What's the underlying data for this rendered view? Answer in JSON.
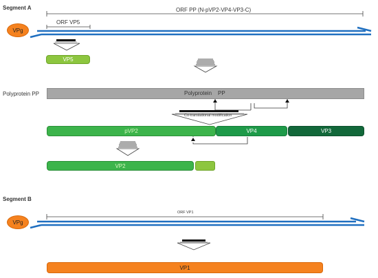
{
  "segment_a": {
    "title": "Segment A",
    "orf_pp_label": "ORF PP (N-pVP2-VP4-VP3-C)",
    "orf_vp5_label": "ORF VP5",
    "vpg_label": "VPg",
    "vp5_label": "VP5"
  },
  "polyprotein": {
    "title": "Polyprotein PP",
    "bar_label_left": "Polyprotein",
    "bar_label_right": "PP",
    "cotranslational_label": "Co-translational modification"
  },
  "proteins": {
    "pvp2_label": "pVP2",
    "vp4_label": "VP4",
    "vp3_label": "VP3",
    "vp2_label": "VP2"
  },
  "segment_b": {
    "title": "Segment B",
    "orf_vp1_label": "ORF VP1",
    "vpg_label": "VPg",
    "vp1_label": "VP1"
  },
  "colors": {
    "rna_blue": "#1f6fc0",
    "vpg_orange": "#f5821f",
    "vp5_light_green": "#8dc63f",
    "pvp2_green": "#3cb44b",
    "vp4_green": "#1e9a49",
    "vp3_dark_green": "#12683a",
    "polyprotein_gray": "#a6a6a6",
    "vp1_orange": "#f5821f"
  }
}
